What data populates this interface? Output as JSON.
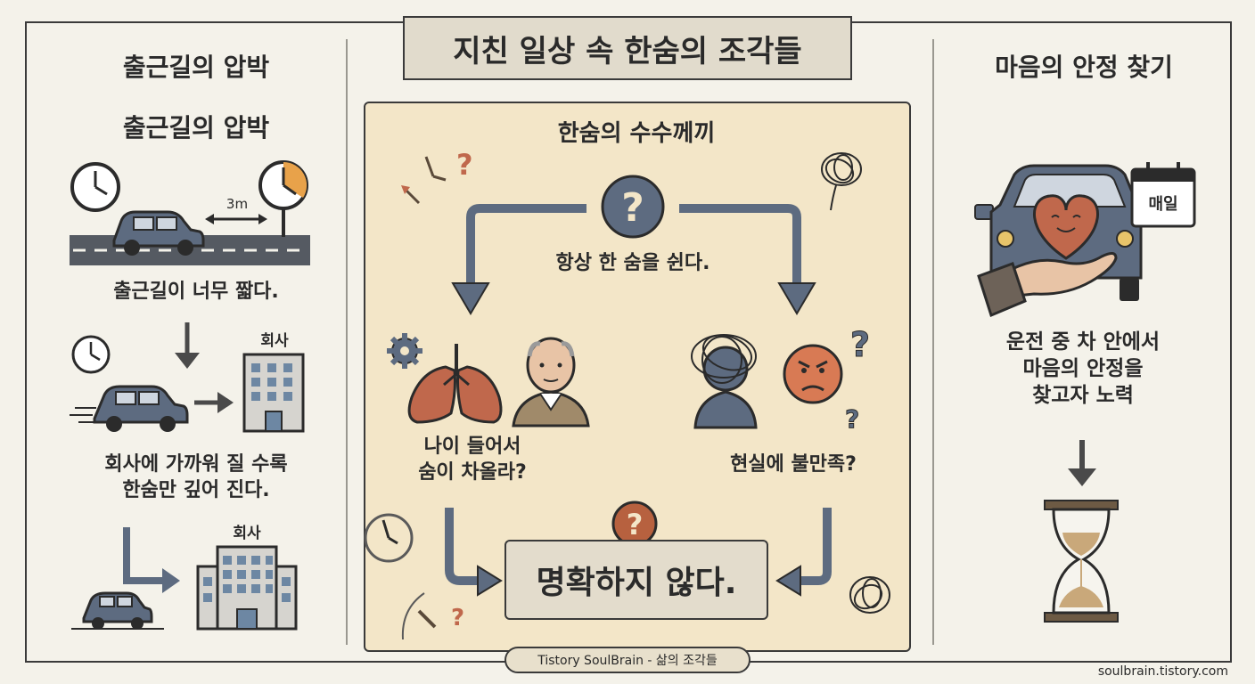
{
  "title": "지친 일상 속 한숨의 조각들",
  "left": {
    "heading": "출근길의 압박",
    "subheading": "출근길의 압박",
    "distance_label": "3m",
    "caption1": "출근길이 너무 짧다.",
    "company_label1": "회사",
    "caption2_line1": "회사에 가까워 질 수록",
    "caption2_line2": "한숨만 깊어 진다.",
    "company_label2": "회사"
  },
  "center": {
    "heading": "한숨의 수수께끼",
    "top_text": "항상 한 숨을 쉰다.",
    "left_q_line1": "나이 들어서",
    "left_q_line2": "숨이 차올라?",
    "right_q": "현실에 불만족?",
    "conclusion": "명확하지 않다.",
    "footer": "Tistory SoulBrain - 삶의 조각들"
  },
  "right": {
    "heading": "마음의 안정 찾기",
    "calendar_label": "매일",
    "caption_line1": "운전 중 차 안에서",
    "caption_line2": "마음의 안정을",
    "caption_line3": "찾고자 노력"
  },
  "site": "soulbrain.tistory.com",
  "colors": {
    "car": "#5d6b80",
    "panel": "#f3e6c8",
    "accent_orange": "#e8a24a",
    "heart": "#c0684c"
  }
}
